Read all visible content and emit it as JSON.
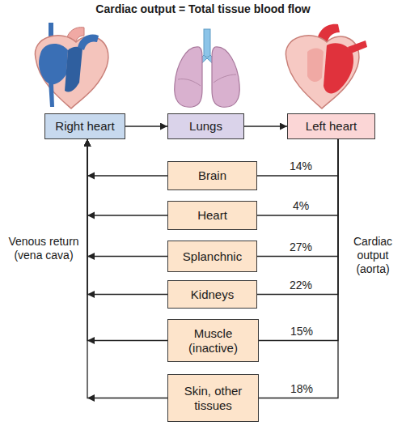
{
  "diagram": {
    "title": "Cardiac output = Total tissue blood flow",
    "nodes": [
      {
        "text": [
          "Right heart"
        ]
      },
      {
        "text": [
          "Lungs"
        ]
      },
      {
        "text": [
          "Left heart"
        ]
      },
      {
        "text": [
          "Brain"
        ]
      },
      {
        "text": [
          "Heart"
        ]
      },
      {
        "text": [
          "Splanchnic"
        ]
      },
      {
        "text": [
          "Kidneys"
        ]
      },
      {
        "text": [
          "Muscle (inactive)"
        ]
      },
      {
        "text": [
          "Skin, other tissues"
        ]
      }
    ],
    "edges": [
      {
        "from": 0,
        "to": 1,
        "arrow": "to"
      },
      {
        "from": 1,
        "to": 2,
        "arrow": "to"
      },
      {
        "from": 2,
        "to": 3,
        "label": "14%",
        "arrow": "none"
      },
      {
        "from": 2,
        "to": 4,
        "label": "4%",
        "arrow": "none"
      },
      {
        "from": 2,
        "to": 5,
        "label": "27%",
        "arrow": "none"
      },
      {
        "from": 2,
        "to": 6,
        "label": "22%",
        "arrow": "none"
      },
      {
        "from": 2,
        "to": 7,
        "label": "15%",
        "arrow": "none"
      },
      {
        "from": 2,
        "to": 8,
        "label": "18%",
        "arrow": "none"
      },
      {
        "from": 3,
        "to": 0,
        "arrow": "to"
      },
      {
        "from": 4,
        "to": 0,
        "arrow": "to"
      },
      {
        "from": 5,
        "to": 0,
        "arrow": "to"
      },
      {
        "from": 6,
        "to": 0,
        "arrow": "to"
      },
      {
        "from": 7,
        "to": 0,
        "arrow": "to"
      },
      {
        "from": 8,
        "to": 0,
        "arrow": "to"
      }
    ],
    "labels": [
      "Venous return (vena cava)",
      "Cardiac output (aorta)"
    ]
  }
}
